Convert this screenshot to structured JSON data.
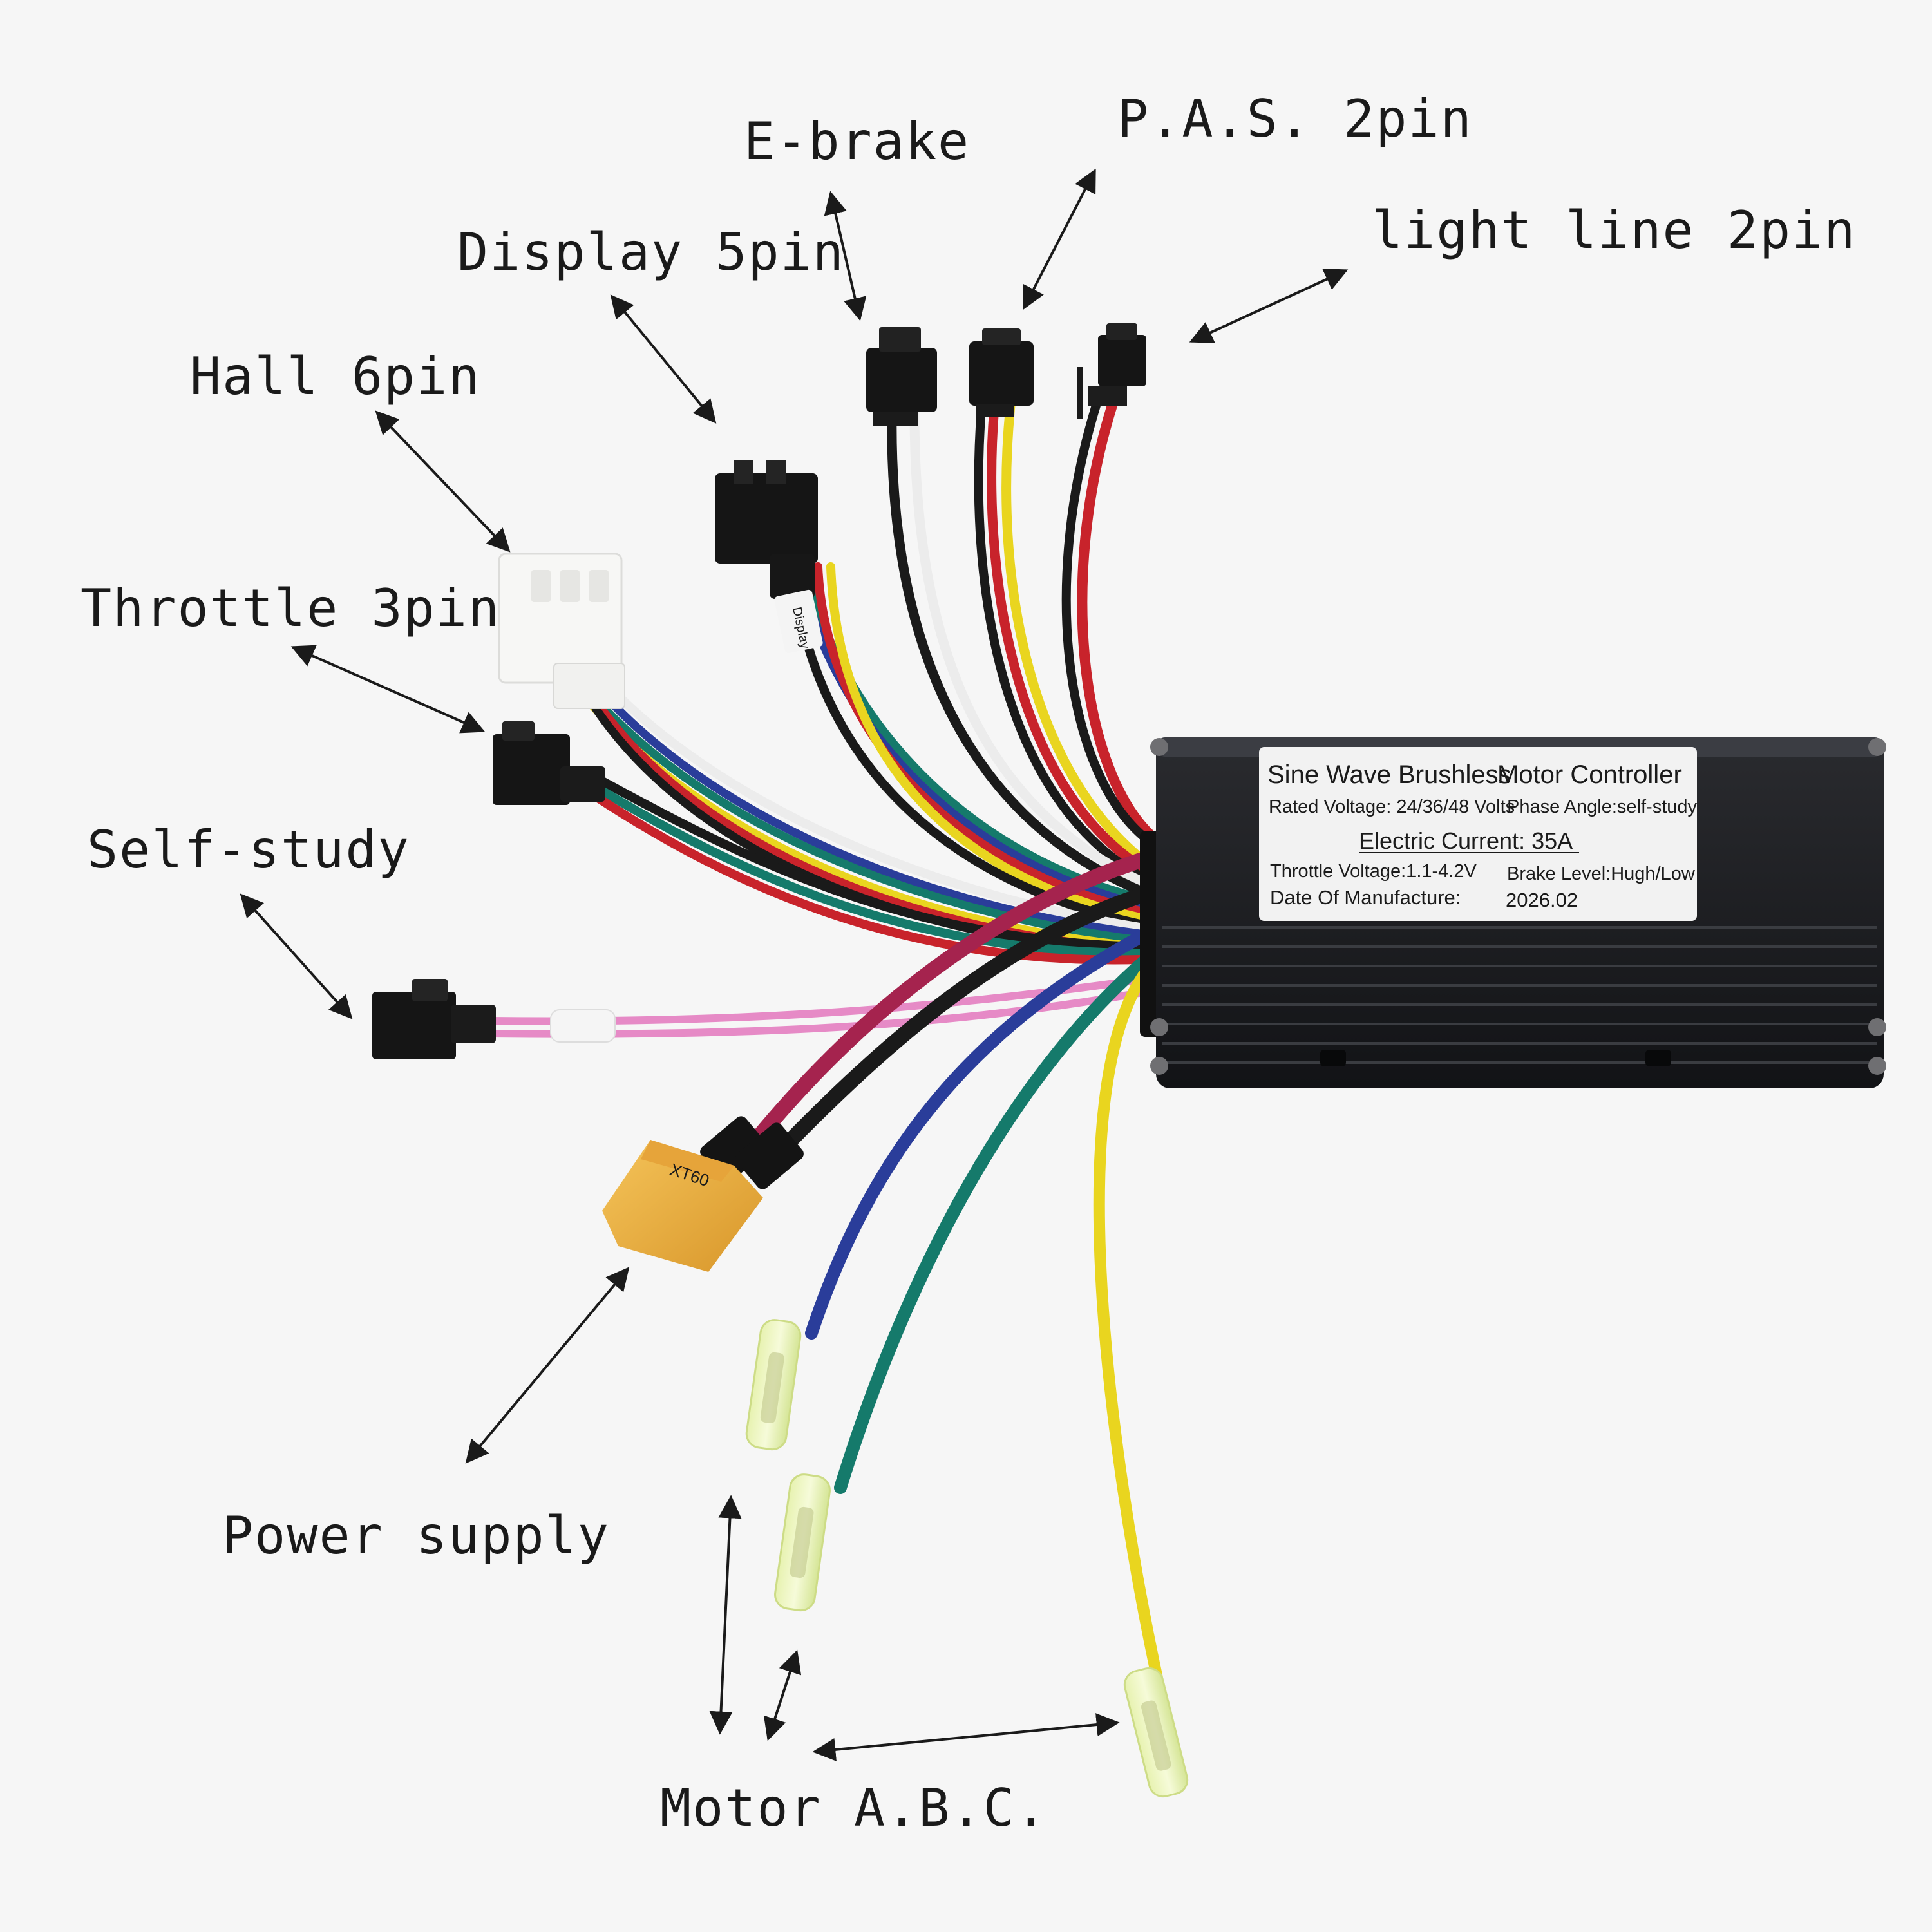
{
  "callouts": {
    "ebrake": "E-brake",
    "pas": "P.A.S. 2pin",
    "display": "Display 5pin",
    "light": "light line 2pin",
    "hall": "Hall 6pin",
    "throttle": "Throttle 3pin",
    "selfstudy": "Self-study",
    "power": "Power supply",
    "motor": "Motor A.B.C."
  },
  "product_label": {
    "line1_left": "Sine Wave Brushless",
    "line1_right": "Motor Controller",
    "line2_left": "Rated Voltage: 24/36/48 Volts",
    "line2_right": "Phase Angle:self-study",
    "line3": "Electric Current: 35A",
    "line4_left": "Throttle Voltage:1.1-4.2V",
    "line4_right": "Brake Level:Hugh/Low",
    "line5_left": "Date Of Manufacture:",
    "line5_right": "2026.02"
  },
  "connector_tags": {
    "display_tag": "Display",
    "power_plug": "XT60"
  },
  "colors": {
    "background": "#f6f6f6",
    "controller_body": "#1c1d20",
    "wire_red": "#c8232b",
    "wire_maroon": "#a5234e",
    "wire_yellow": "#e9d51f",
    "wire_green": "#157a6b",
    "wire_blue": "#2a3d9a",
    "wire_pink": "#e68ac6",
    "wire_black": "#1a1a1a",
    "plug_yellow": "#f0b43c"
  },
  "icons": [
    "double-headed-arrow-icon",
    "connector-plug-icon",
    "bullet-terminal-icon"
  ]
}
